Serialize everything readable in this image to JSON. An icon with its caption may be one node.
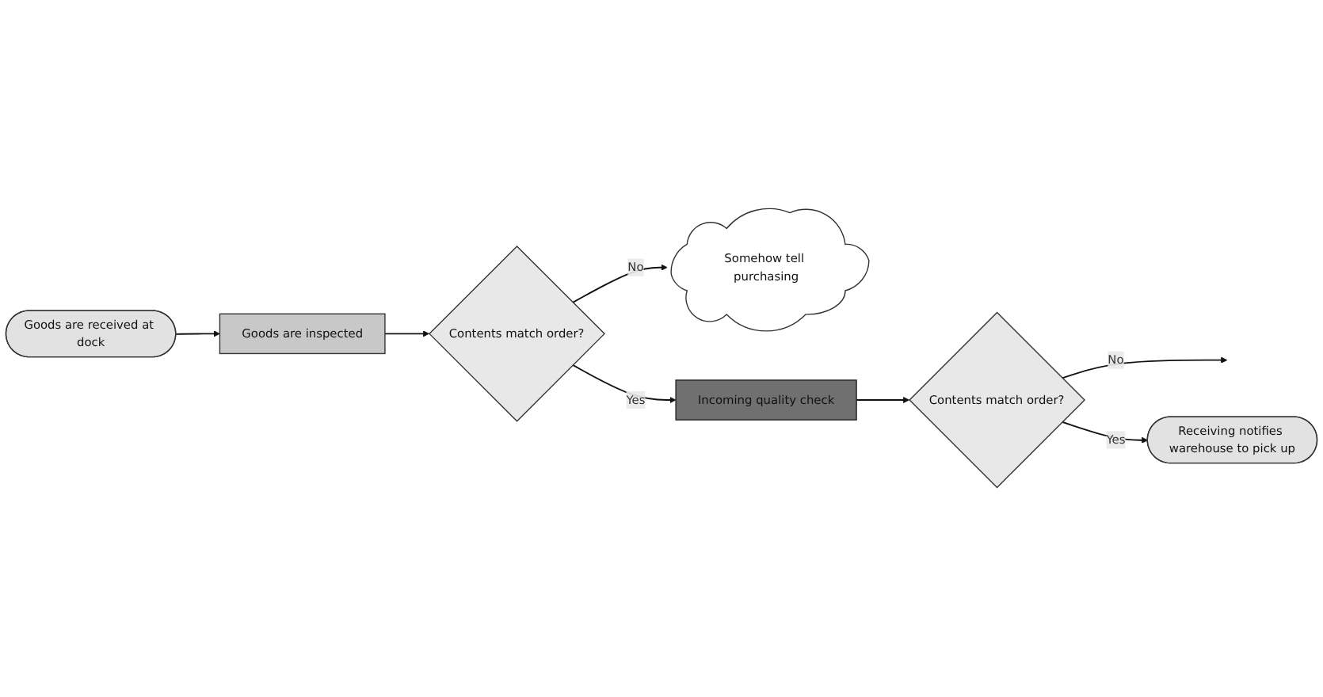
{
  "diagram": {
    "nodes": [
      {
        "text": [
          "Goods are received at dock"
        ]
      },
      {
        "text": [
          "Goods are inspected"
        ]
      },
      {
        "text": [
          "Contents match order?"
        ]
      },
      {
        "text": [
          "Somehow tell purchasing"
        ]
      },
      {
        "text": [
          "Incoming quality check"
        ]
      },
      {
        "text": [
          "Contents match order?"
        ]
      },
      {
        "text": [
          "Receiving notifies warehouse to pick up"
        ]
      }
    ],
    "edges": [
      {
        "from": 0,
        "to": 1,
        "arrow": "to"
      },
      {
        "from": 1,
        "to": 2,
        "arrow": "to"
      },
      {
        "from": 2,
        "to": 3,
        "arrow": "to",
        "label": "No"
      },
      {
        "from": 2,
        "to": 4,
        "arrow": "to",
        "label": "Yes"
      },
      {
        "from": 4,
        "to": 5,
        "arrow": "to"
      },
      {
        "from": 5,
        "to": null,
        "arrow": "to",
        "label": "No"
      },
      {
        "from": 5,
        "to": 6,
        "arrow": "to",
        "label": "Yes"
      }
    ]
  }
}
